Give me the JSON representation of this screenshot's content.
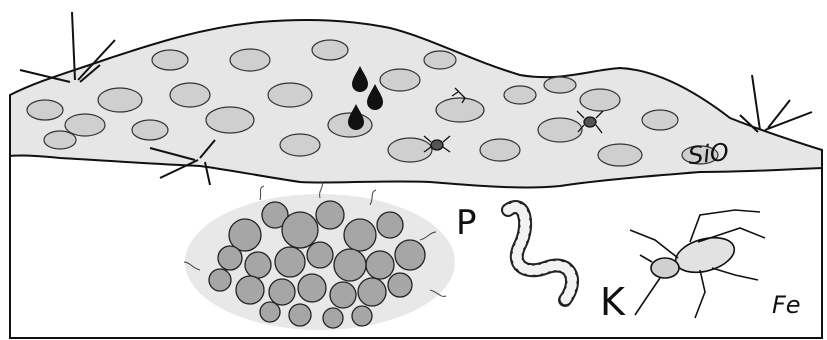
{
  "labels": {
    "silica": "SiO",
    "phosphorus": "P",
    "potassium": "K",
    "iron": "Fe"
  },
  "colors": {
    "ink": "#111111",
    "shade": "#d9d9d9",
    "stone": "#bdbdbd",
    "paper": "#ffffff"
  },
  "icons": [
    "grass-icon",
    "water-drop-icon",
    "earthworm-icon",
    "spider-icon",
    "soil-aggregate-icon"
  ]
}
